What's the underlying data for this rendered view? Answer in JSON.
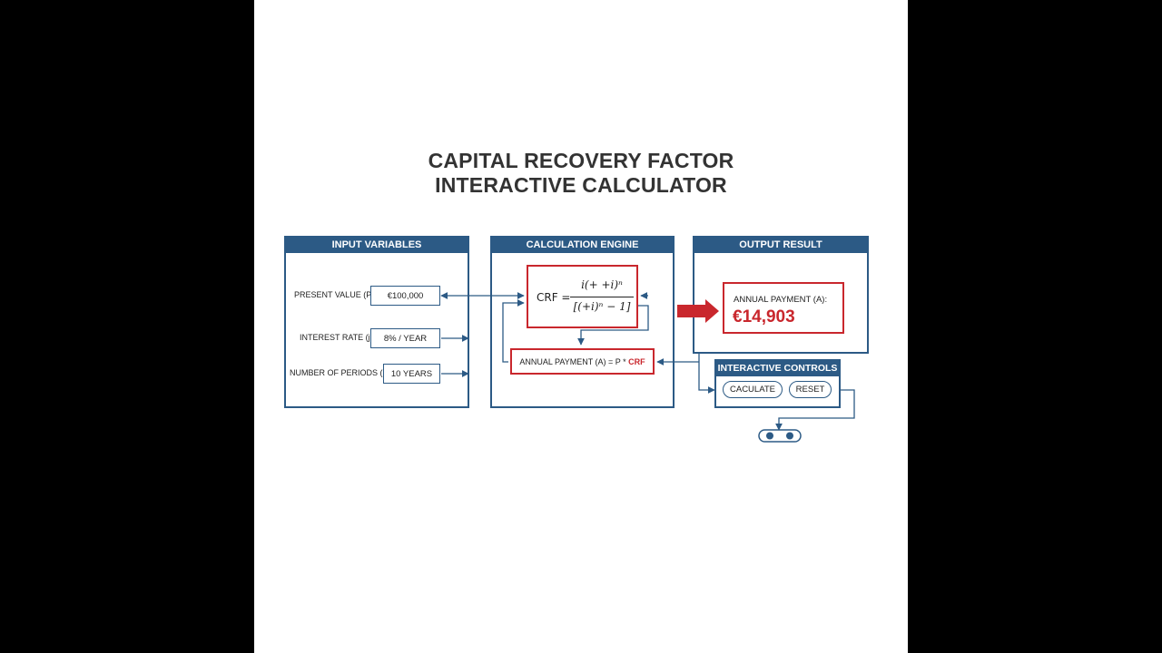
{
  "title": {
    "line1": "CAPITAL RECOVERY FACTOR",
    "line2": "INTERACTIVE CALCULATOR"
  },
  "inputs": {
    "header": "INPUT VARIABLES",
    "present_value_label": "PRESENT VALUE (P:",
    "present_value": "€100,000",
    "interest_rate_label": "INTEREST RATE (j:",
    "interest_rate": "8% / YEAR",
    "periods_label": "NUMBER OF PERIODS (n:",
    "periods": "10 YEARS"
  },
  "engine": {
    "header": "CALCULATION ENGINE",
    "crf_label": "CRF =",
    "numerator": "i(+ +i)ⁿ",
    "denominator": "[(+i)ⁿ − 1]",
    "payment_formula": "ANNUAL PAYMENT (A) = P *",
    "payment_formula_highlight": "CRF"
  },
  "output": {
    "header": "OUTPUT RESULT",
    "label": "ANNUAL PAYMENT (A):",
    "value": "€14,903"
  },
  "controls": {
    "header": "INTERACTIVE CONTROLS",
    "calculate_label": "CACULATE",
    "reset_label": "RESET"
  },
  "colors": {
    "panel_blue": "#2c5a85",
    "highlight_red": "#c9272d",
    "text_dark": "#333333"
  }
}
